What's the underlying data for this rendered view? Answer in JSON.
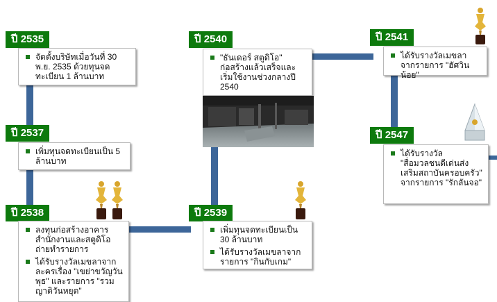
{
  "entries": [
    {
      "year": "ปี 2535",
      "items": [
        "จัดตั้งบริษัทเมื่อวันที่ 30 พ.ย. 2535 ด้วยทุนจดทะเบียน 1 ล้านบาท"
      ]
    },
    {
      "year": "ปี 2537",
      "items": [
        "เพิ่มทุนจดทะเบียนเป็น 5 ล้านบาท"
      ]
    },
    {
      "year": "ปี 2538",
      "items": [
        "ลงทุนก่อสร้างอาคารสำนักงานและสตูดิโอถ่ายทำรายการ",
        "ได้รับรางวัลเมขลาจากละครเรื่อง \"เขย่าขวัญวันพุธ\" และรายการ \"รวมญาติวันหยุด\""
      ]
    },
    {
      "year": "ปี 2540",
      "items": [
        "\"ธันเดอร์ สตูดิโอ\" ก่อสร้างแล้วเสร็จและเริ่มใช้งานช่วงกลางปี 2540"
      ]
    },
    {
      "year": "ปี 2539",
      "items": [
        "เพิ่มทุนจดทะเบียนเป็น 30 ล้านบาท",
        "ได้รับรางวัลเมขลาจากรายการ \"กินกับเกม\""
      ]
    },
    {
      "year": "ปี 2541",
      "items": [
        "ได้รับรางวัลเมขลาจากรายการ \"ฮัศวินน้อย\""
      ]
    },
    {
      "year": "ปี 2547",
      "items": [
        "ได้รับรางวัล \"สื่อมวลชนดีเด่นส่งเสริมสถาบันครอบครัว\" จากรายการ \"รักลันจอ\""
      ]
    }
  ],
  "colors": {
    "year_label": "#0d7a0d",
    "timeline": "#3d6699",
    "bullet": "#1a7a1a"
  },
  "icons": [
    "trophy-icon",
    "crystal-award-icon",
    "studio-photo"
  ]
}
